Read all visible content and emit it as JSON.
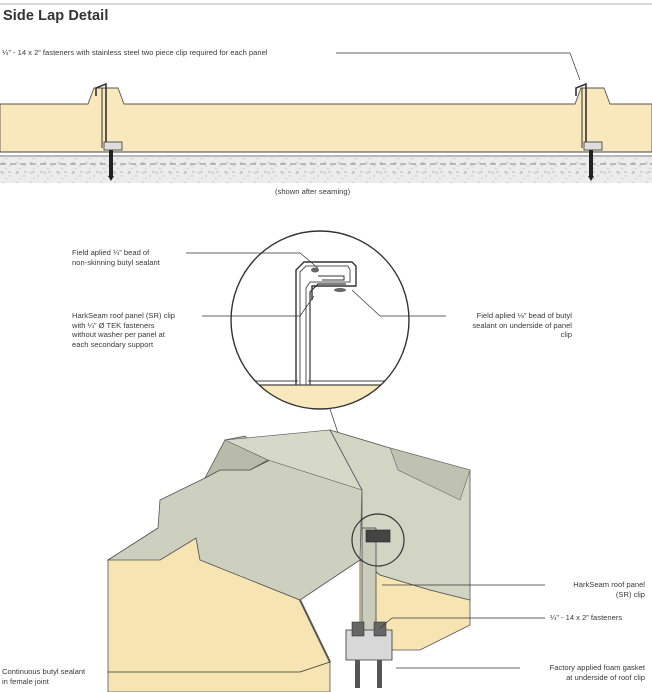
{
  "title": "Side Lap Detail",
  "labels": {
    "fasteners_top": "¼” - 14 x 2” fasteners with stainless steel two piece clip required for each panel",
    "shown_after_seaming": "(shown after seaming)",
    "field_bead_quarter": [
      "Field aplied ¼” bead of",
      "non-skinning butyl sealant"
    ],
    "harkseam_clip_left": [
      "HarkSeam roof panel (SR) clip",
      "with ¼” Ø TEK fasteners",
      "without washer per panel at",
      "each secondary support"
    ],
    "field_bead_eighth": [
      "Field aplied ⅛” bead of butyl",
      "sealant on underside of panel",
      "clip"
    ],
    "harkseam_clip_right": [
      "HarkSeam roof panel",
      "(SR) clip"
    ],
    "fasteners_right": "¼” - 14 x 2” fasteners",
    "continuous_butyl": [
      "Continuous butyl sealant",
      "in female joint"
    ],
    "factory_gasket": [
      "Factory applied foam gasket",
      "at underside of roof clip"
    ]
  },
  "colors": {
    "foam": "#f8e8bc",
    "steel": "#c8cab8",
    "steel_dark": "#a5a897",
    "line": "#333333",
    "ground": "#e6e6e6"
  }
}
